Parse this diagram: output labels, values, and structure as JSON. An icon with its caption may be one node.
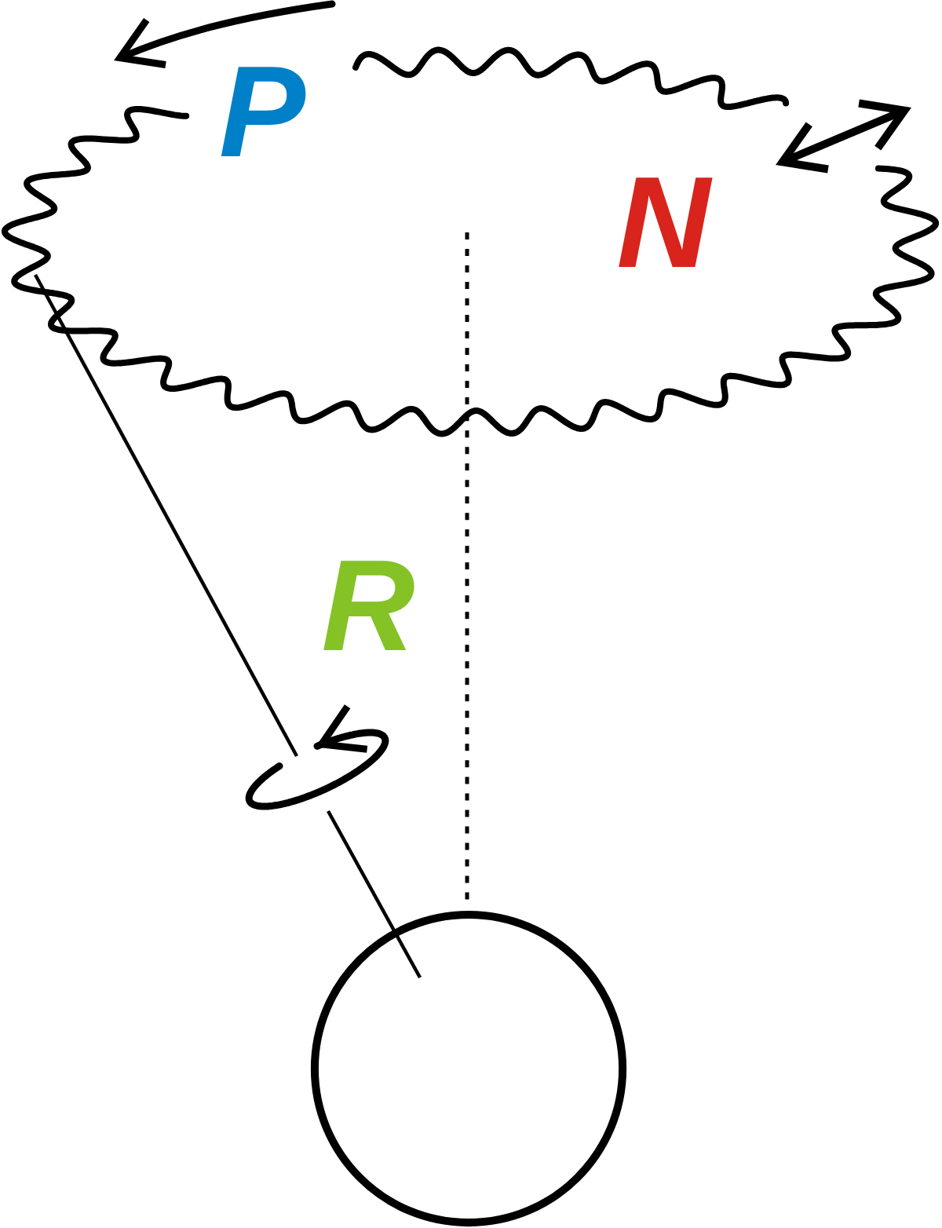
{
  "diagram": {
    "nodes": [
      {
        "text": [],
        "shape": "circle"
      }
    ],
    "labels": [
      "P",
      "N",
      "R"
    ]
  }
}
